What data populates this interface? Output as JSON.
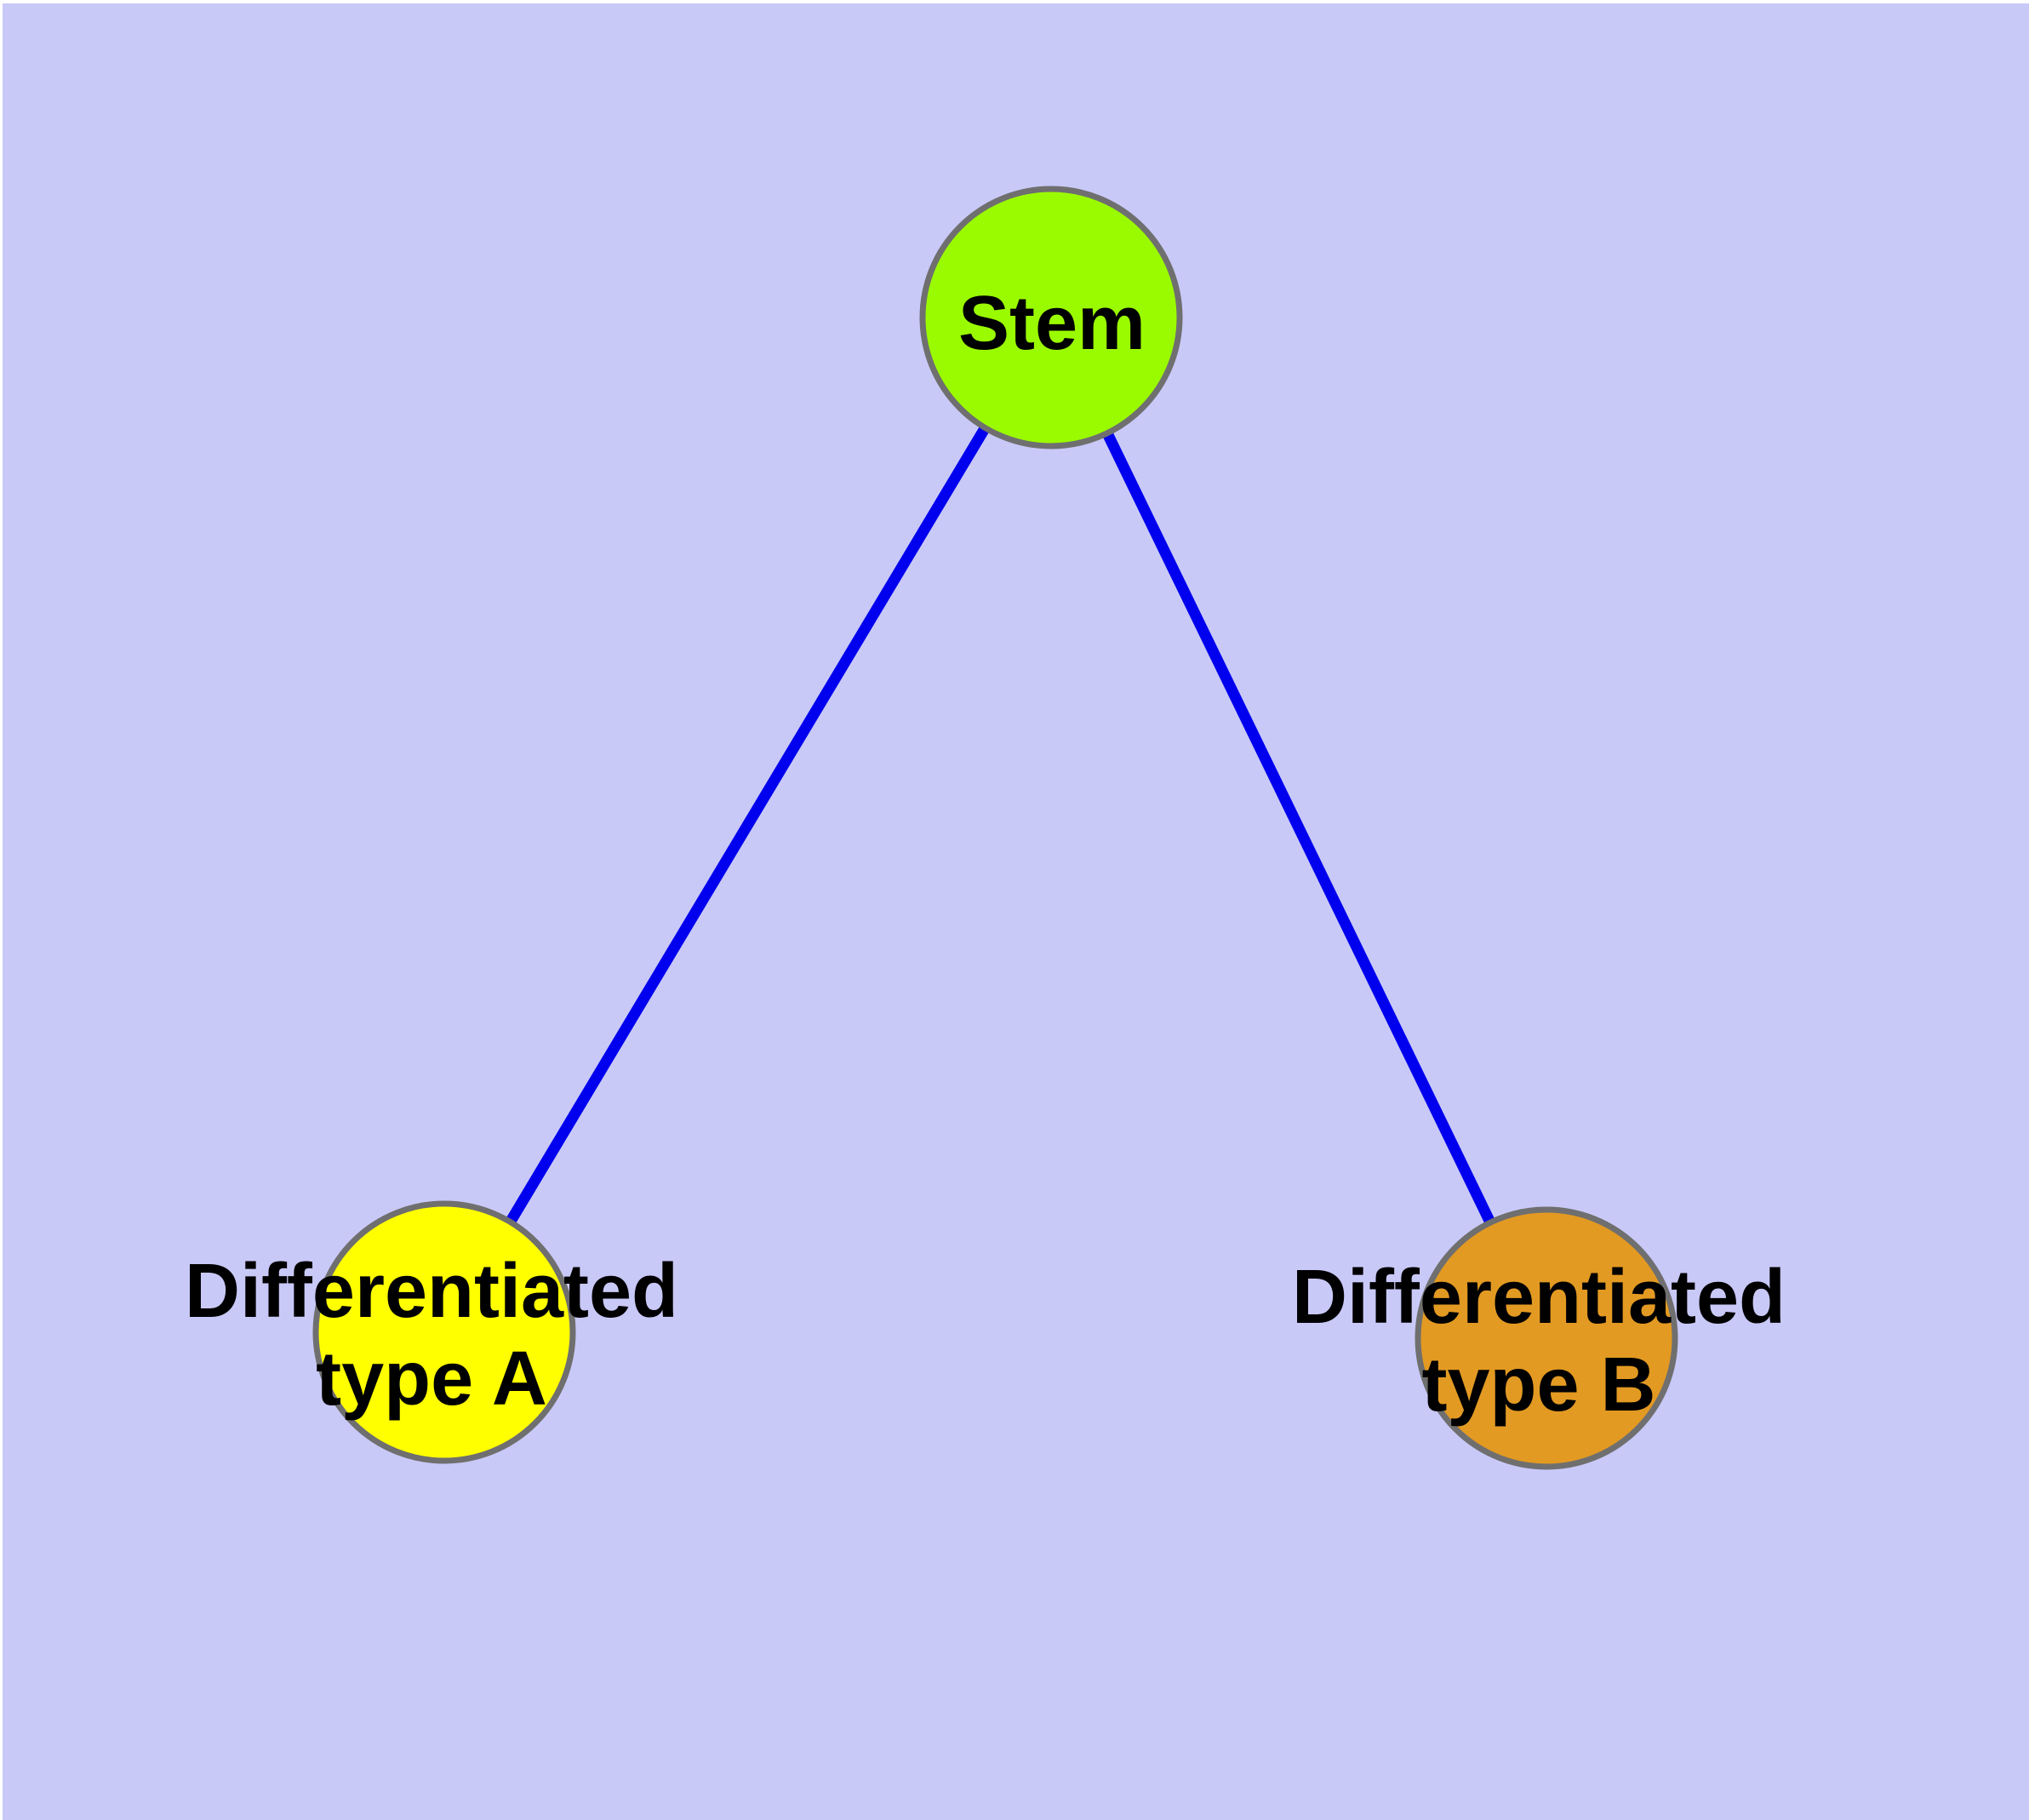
{
  "canvas": {
    "background_color": "#C9C9F8",
    "margin_color": "#FFFFFF"
  },
  "graph": {
    "type": "undirected-tree",
    "edge_color": "#0000EE",
    "node_border_color": "#6F6F6F",
    "label_color": "#000000",
    "nodes": [
      {
        "id": "stem",
        "lines": [
          "Stem"
        ],
        "fill": "#9AFB00"
      },
      {
        "id": "differentiated-type-a",
        "lines": [
          "Differentiated",
          "type A"
        ],
        "fill": "#FFFF00"
      },
      {
        "id": "differentiated-type-b",
        "lines": [
          "Differentiated",
          "type B"
        ],
        "fill": "#E39A22"
      }
    ],
    "edges": [
      {
        "from": "Stem",
        "to": "Differentiated type A"
      },
      {
        "from": "Stem",
        "to": "Differentiated type B"
      }
    ]
  }
}
